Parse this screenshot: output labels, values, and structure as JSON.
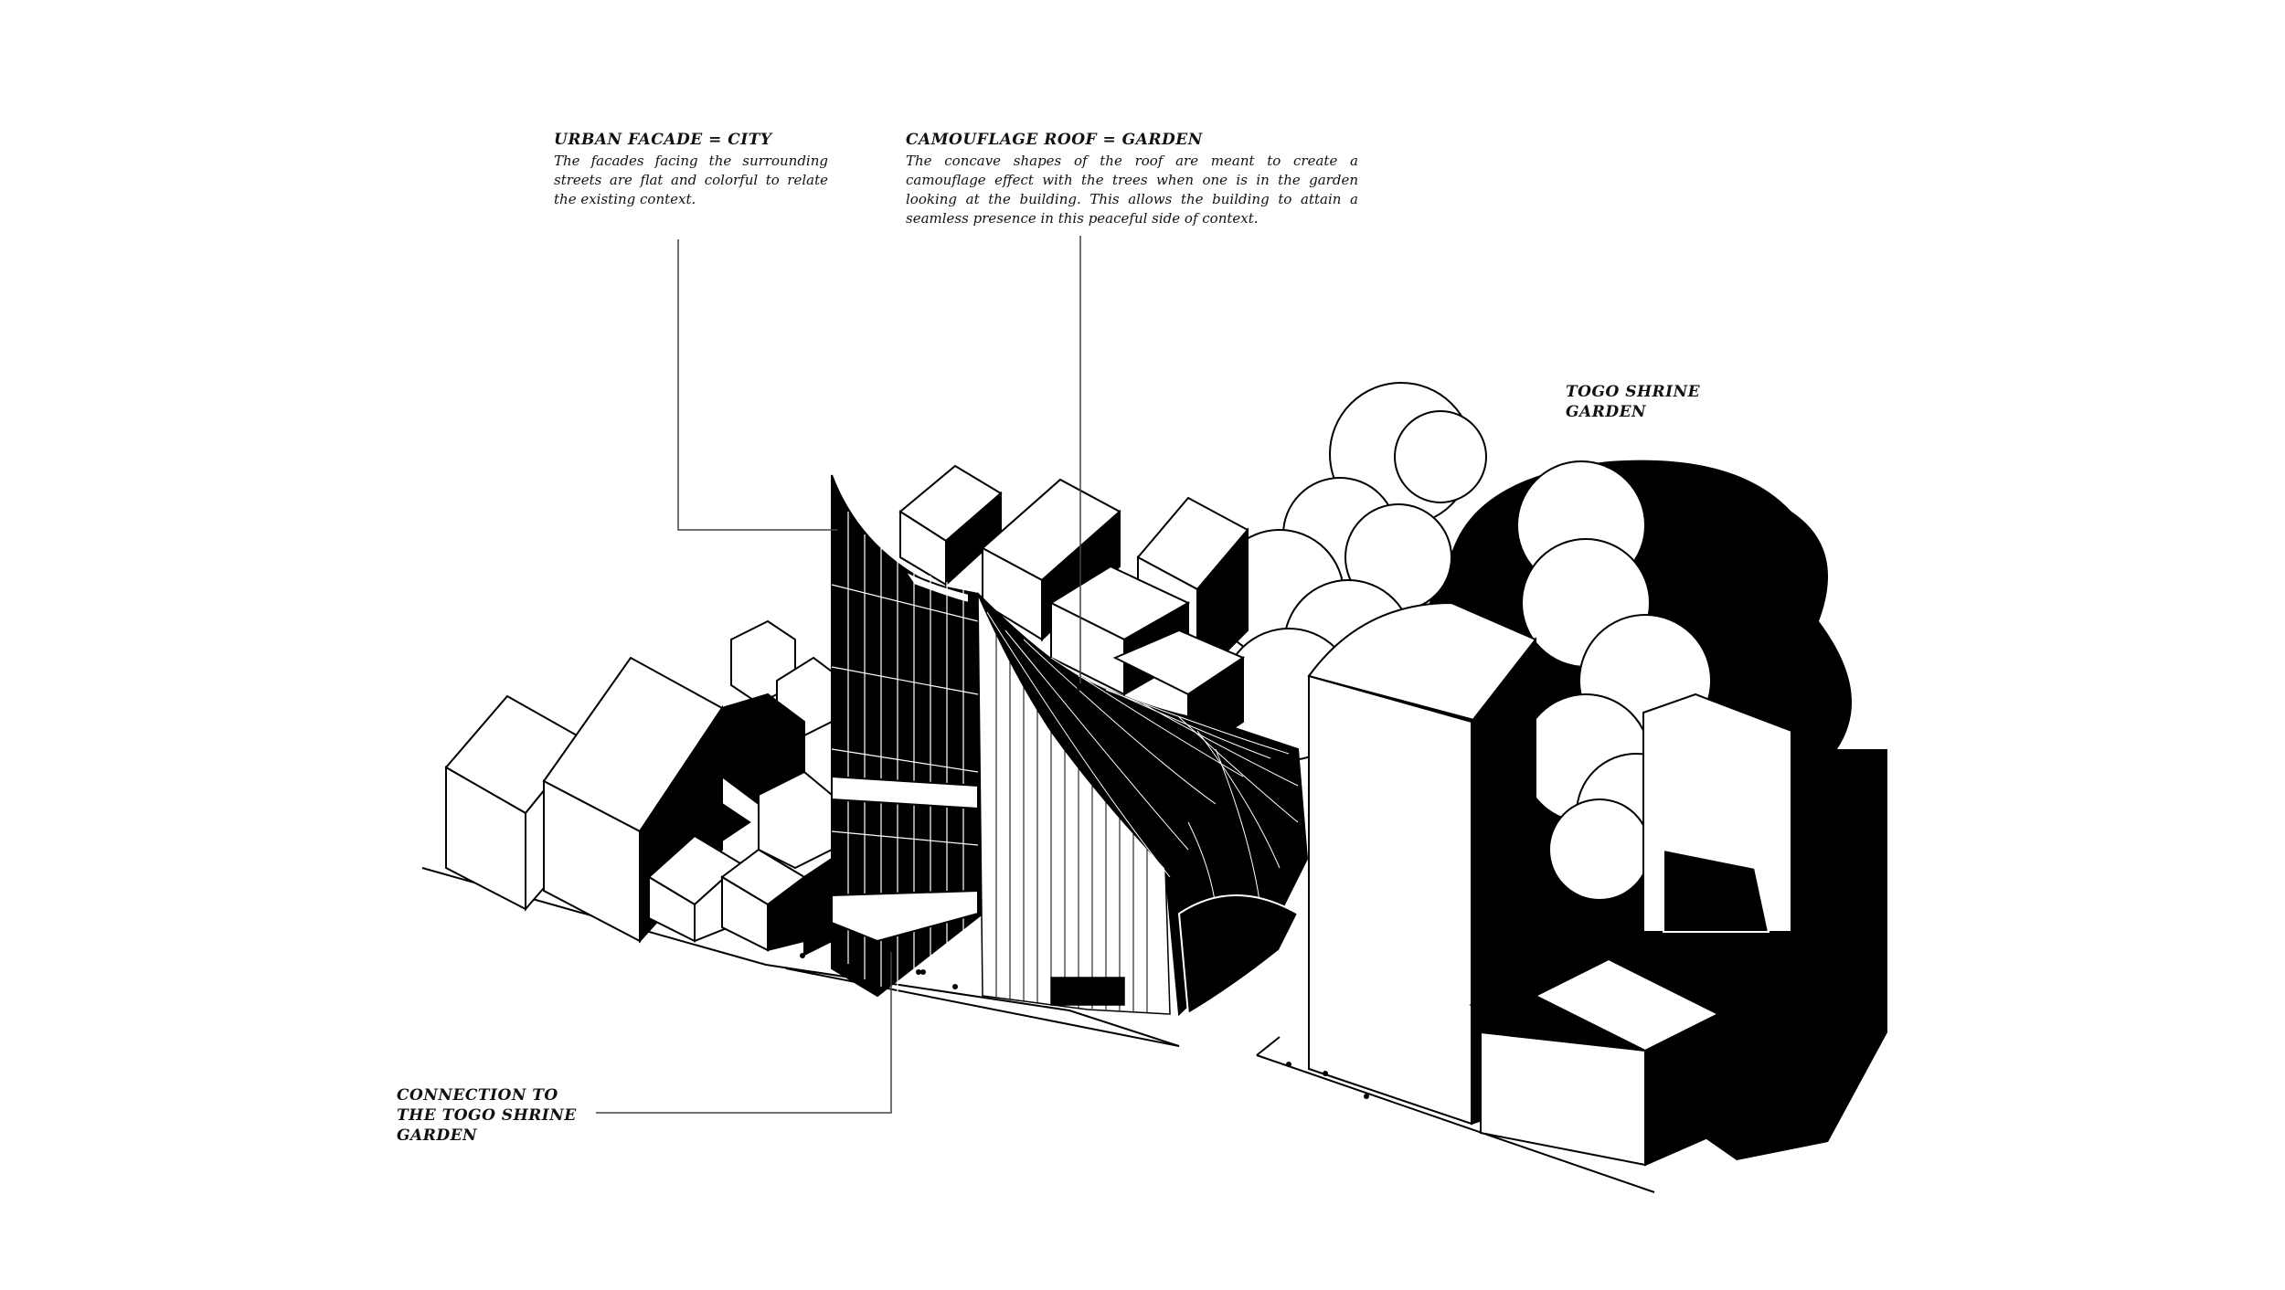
{
  "annotations": {
    "urban_facade": {
      "title": "URBAN FACADE = CITY",
      "body": "The facades facing the surrounding streets are flat and colorful to relate the existing context."
    },
    "camouflage_roof": {
      "title": "CAMOUFLAGE ROOF = GARDEN",
      "body": "The concave shapes of the roof are meant to create a camouflage effect with the trees when one is in the garden looking at the building. This allows the building to attain a seamless presence in this peaceful side of context."
    },
    "togo_garden": {
      "title": "TOGO SHRINE\nGARDEN"
    },
    "connection": {
      "title": "CONNECTION TO\nTHE TOGO SHRINE\nGARDEN"
    }
  },
  "colors": {
    "ink": "#000000",
    "paper": "#ffffff",
    "leader": "#444444"
  }
}
